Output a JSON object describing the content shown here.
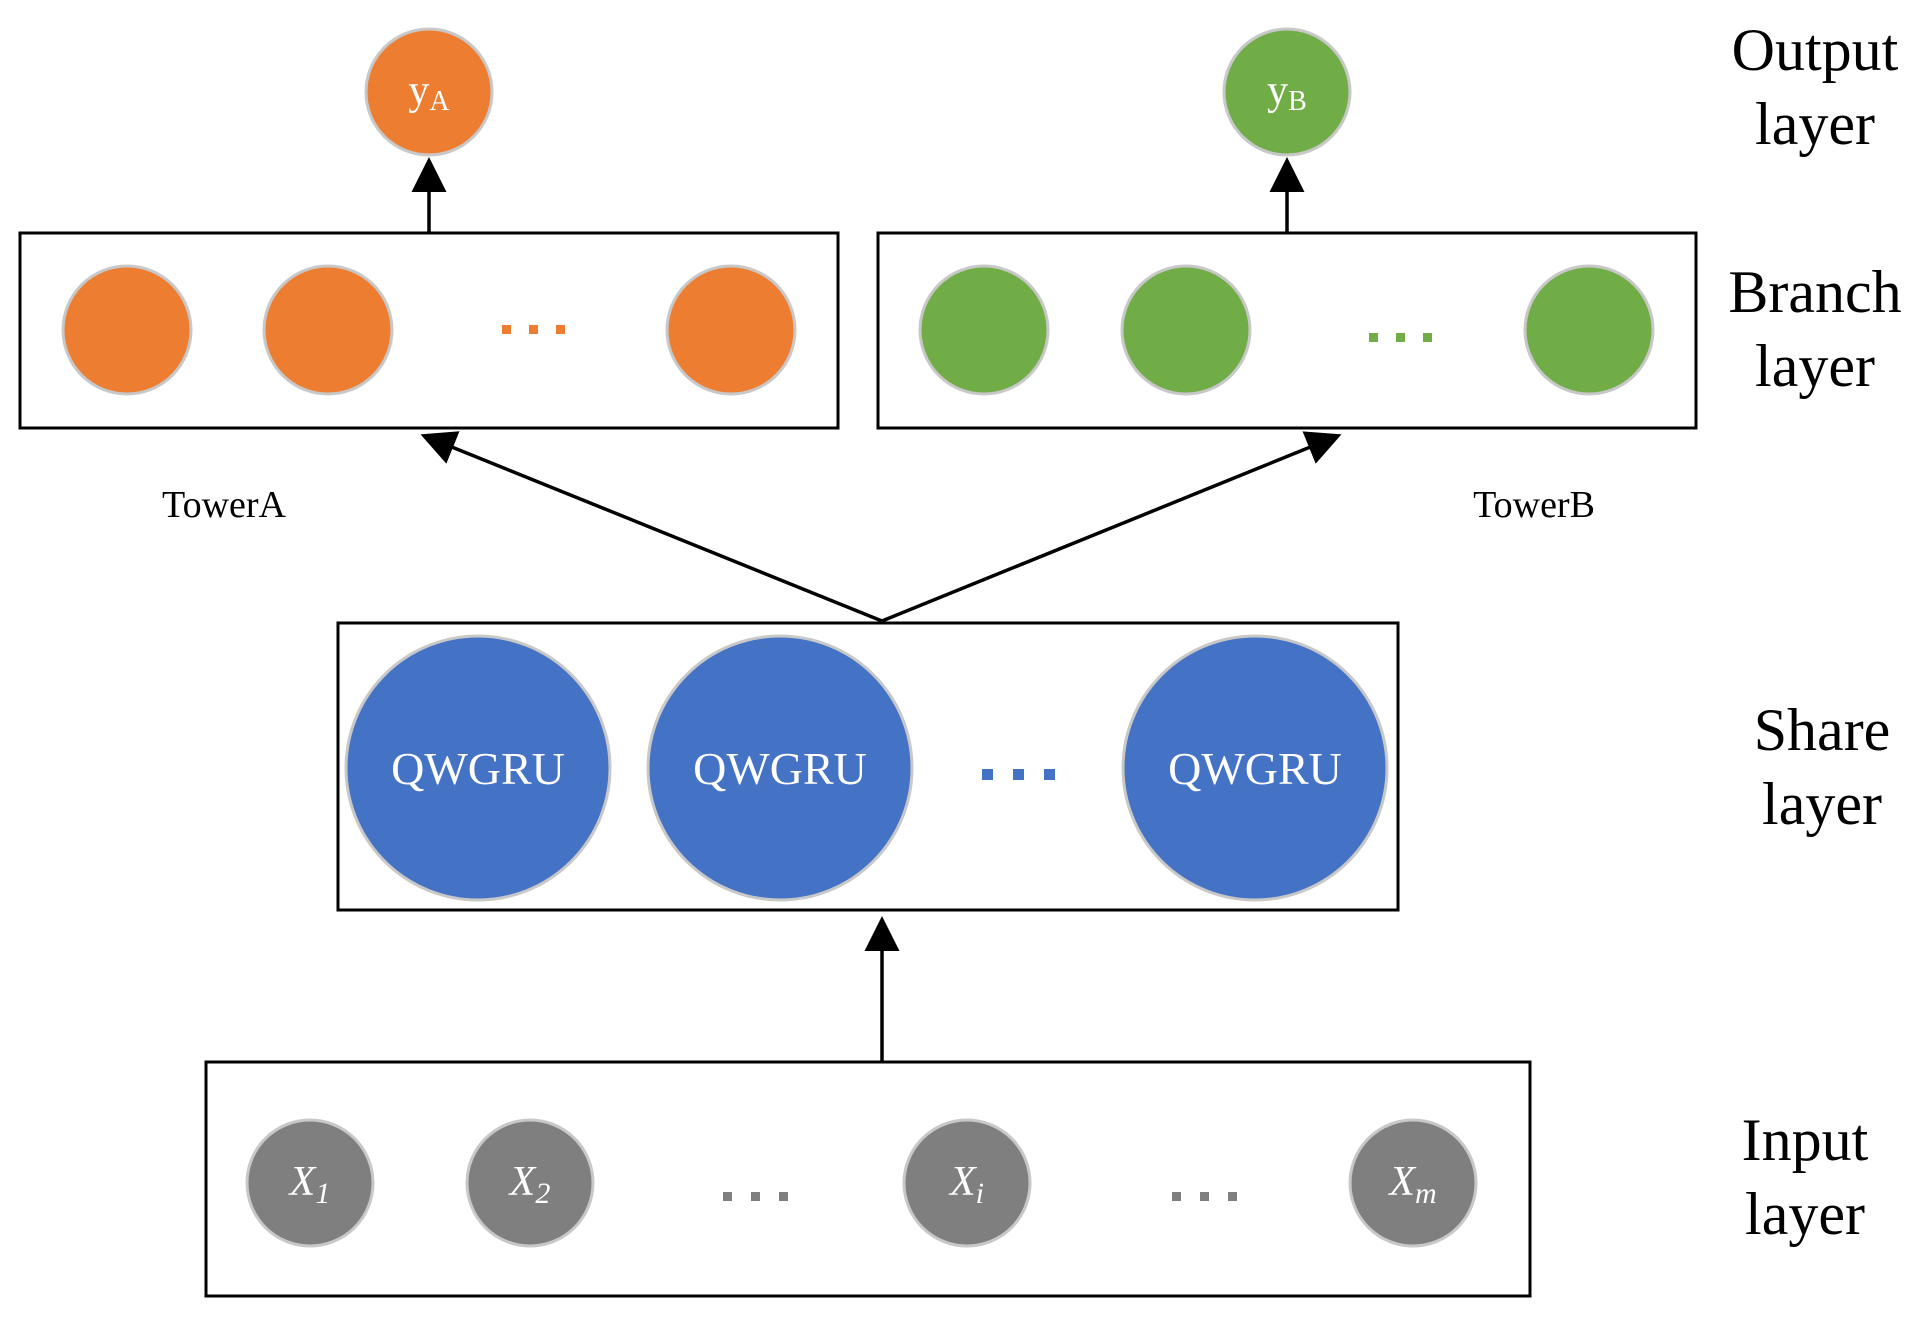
{
  "colors": {
    "tower_a": "#ED7D31",
    "tower_b": "#70AD47",
    "share": "#4472C4",
    "input": "#7F7F7F",
    "node_border": "#C8C8C8",
    "line": "#000000"
  },
  "layers": {
    "output": [
      "Output",
      "layer"
    ],
    "branch": [
      "Branch",
      "layer"
    ],
    "share": [
      "Share",
      "layer"
    ],
    "input": [
      "Input",
      "layer"
    ]
  },
  "towers": {
    "a": {
      "label": "TowerA",
      "output_main": "y",
      "output_sub": "A"
    },
    "b": {
      "label": "TowerB",
      "output_main": "y",
      "output_sub": "B"
    }
  },
  "share_units": [
    "QWGRU",
    "QWGRU",
    "QWGRU"
  ],
  "inputs": [
    {
      "main": "X",
      "sub": "1"
    },
    {
      "main": "X",
      "sub": "2"
    },
    {
      "main": "X",
      "sub": "i"
    },
    {
      "main": "X",
      "sub": "m"
    }
  ],
  "ellipsis": "…"
}
